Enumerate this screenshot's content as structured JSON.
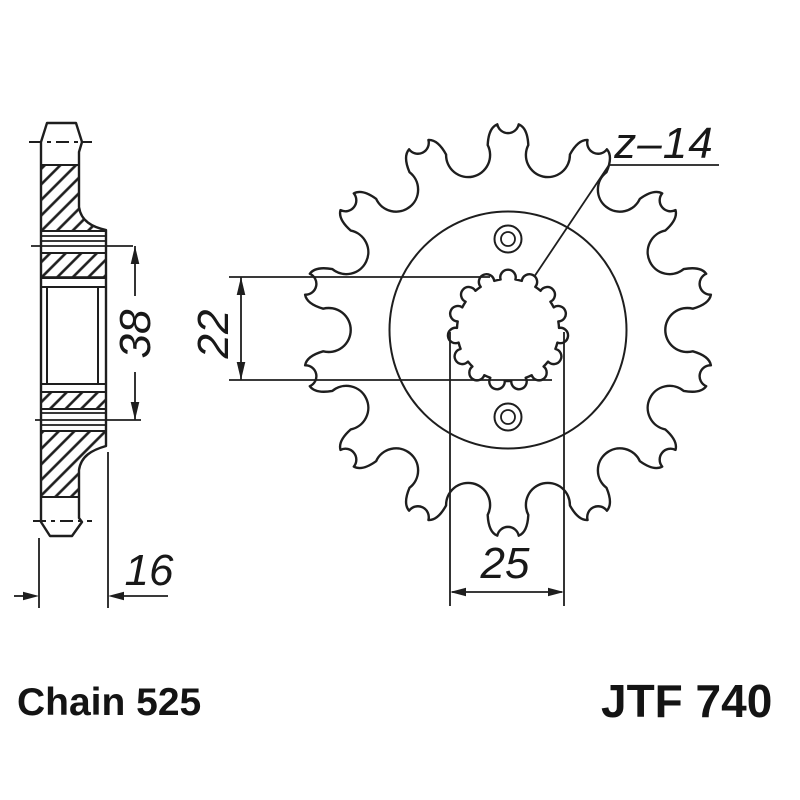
{
  "page": {
    "background_color": "#ffffff",
    "ink_color": "#1e1e1e"
  },
  "labels": {
    "chain": "Chain 525",
    "part_number": "JTF 740",
    "teeth_count_label": "z–14"
  },
  "dimensions": {
    "hub_section_height": "38",
    "bore_tangent_height": "22",
    "overall_width": "16",
    "spline_outer_width": "25"
  },
  "sprocket": {
    "teeth_count": 14,
    "spline_tooth_count": 15
  }
}
